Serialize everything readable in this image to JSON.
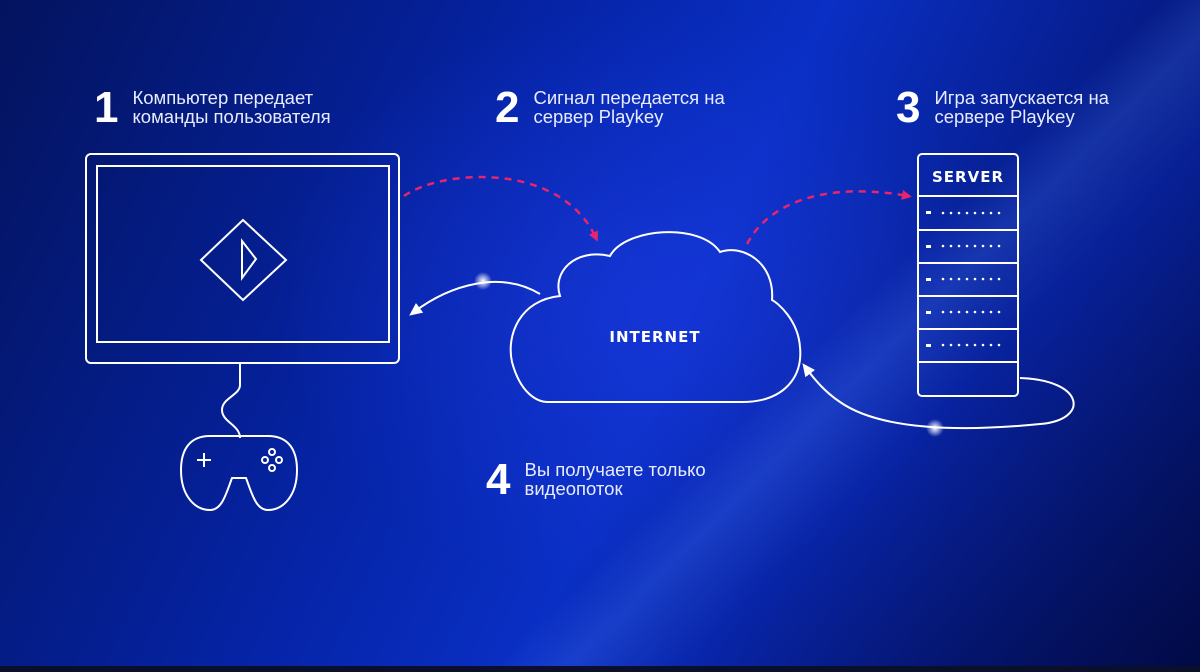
{
  "steps": [
    {
      "number": "1",
      "text": "Компьютер передает\nкоманды пользователя"
    },
    {
      "number": "2",
      "text": "Сигнал передается на\nсервер Playkey"
    },
    {
      "number": "3",
      "text": "Игра запускается на\nсервере Playkey"
    },
    {
      "number": "4",
      "text": "Вы получаете только\nвидеопоток"
    }
  ],
  "labels": {
    "internet": "INTERNET",
    "server": "SERVER"
  },
  "colors": {
    "background": "#0524a8",
    "outline": "#ffffff",
    "dashed_arrow": "#e8246e"
  },
  "icons": [
    "monitor-icon",
    "play-logo-icon",
    "gamepad-icon",
    "cloud-icon",
    "server-icon"
  ]
}
